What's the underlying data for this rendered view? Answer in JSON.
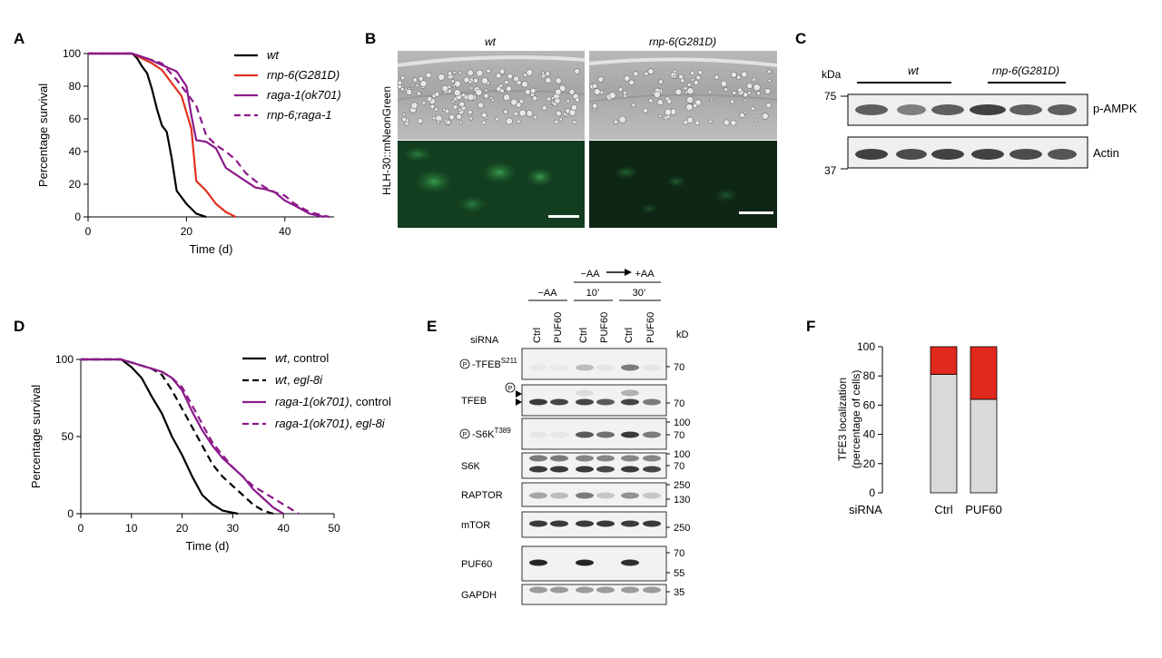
{
  "panels": {
    "A": {
      "letter": "A",
      "chart_data": {
        "type": "line",
        "ylabel": "Percentage survival",
        "xlabel": "Time (d)",
        "xlim": [
          0,
          50
        ],
        "ylim": [
          0,
          100
        ],
        "xticks": [
          0,
          20,
          40
        ],
        "yticks": [
          0,
          20,
          40,
          60,
          80,
          100
        ],
        "series": [
          {
            "name": "wt",
            "color": "#000000",
            "dash": false,
            "points": [
              [
                0,
                100
              ],
              [
                9,
                100
              ],
              [
                10,
                97
              ],
              [
                11,
                92
              ],
              [
                12,
                88
              ],
              [
                13,
                78
              ],
              [
                14,
                66
              ],
              [
                15,
                56
              ],
              [
                16,
                52
              ],
              [
                17,
                36
              ],
              [
                18,
                16
              ],
              [
                20,
                8
              ],
              [
                22,
                2
              ],
              [
                24,
                0
              ]
            ]
          },
          {
            "name": "rnp-6(G281D)",
            "color": "#e0301e",
            "dash": false,
            "points": [
              [
                0,
                100
              ],
              [
                9,
                100
              ],
              [
                11,
                97
              ],
              [
                13,
                94
              ],
              [
                15,
                90
              ],
              [
                17,
                82
              ],
              [
                19,
                74
              ],
              [
                21,
                54
              ],
              [
                22,
                22
              ],
              [
                24,
                16
              ],
              [
                26,
                8
              ],
              [
                28,
                3
              ],
              [
                30,
                0
              ]
            ]
          },
          {
            "name": "raga-1(ok701)",
            "color": "#8b1a8b",
            "dash": false,
            "points": [
              [
                0,
                100
              ],
              [
                9,
                100
              ],
              [
                12,
                97
              ],
              [
                15,
                93
              ],
              [
                18,
                89
              ],
              [
                20,
                80
              ],
              [
                21,
                62
              ],
              [
                22,
                47
              ],
              [
                24,
                46
              ],
              [
                26,
                42
              ],
              [
                28,
                30
              ],
              [
                30,
                26
              ],
              [
                32,
                22
              ],
              [
                34,
                18
              ],
              [
                36,
                17
              ],
              [
                38,
                15
              ],
              [
                40,
                10
              ],
              [
                42,
                7
              ],
              [
                45,
                2
              ],
              [
                48,
                0
              ]
            ]
          },
          {
            "name": "rnp-6;raga-1",
            "color": "#8b1a8b",
            "dash": true,
            "points": [
              [
                0,
                100
              ],
              [
                9,
                100
              ],
              [
                12,
                97
              ],
              [
                15,
                94
              ],
              [
                18,
                84
              ],
              [
                20,
                76
              ],
              [
                22,
                68
              ],
              [
                24,
                50
              ],
              [
                26,
                44
              ],
              [
                28,
                40
              ],
              [
                30,
                35
              ],
              [
                32,
                27
              ],
              [
                34,
                22
              ],
              [
                36,
                18
              ],
              [
                38,
                15
              ],
              [
                40,
                13
              ],
              [
                42,
                8
              ],
              [
                45,
                3
              ],
              [
                49,
                0
              ]
            ]
          }
        ]
      }
    },
    "B": {
      "letter": "B",
      "columns": [
        "wt",
        "rnp-6(G281D)"
      ],
      "side_label": "HLH-30::mNeonGreen"
    },
    "C": {
      "letter": "C",
      "kda_label": "kDa",
      "markers": [
        "75",
        "37"
      ],
      "groups": [
        "wt",
        "rnp-6(G281D)"
      ],
      "rows": [
        "p-AMPK",
        "Actin"
      ]
    },
    "D": {
      "letter": "D",
      "chart_data": {
        "type": "line",
        "ylabel": "Percentage survival",
        "xlabel": "Time (d)",
        "xlim": [
          0,
          50
        ],
        "ylim": [
          0,
          100
        ],
        "xticks": [
          0,
          10,
          20,
          30,
          40,
          50
        ],
        "yticks": [
          0,
          50,
          100
        ],
        "series": [
          {
            "name": "wt, control",
            "color": "#000000",
            "dash": false,
            "points": [
              [
                0,
                100
              ],
              [
                8,
                100
              ],
              [
                10,
                95
              ],
              [
                12,
                88
              ],
              [
                14,
                76
              ],
              [
                16,
                65
              ],
              [
                18,
                50
              ],
              [
                20,
                38
              ],
              [
                22,
                24
              ],
              [
                24,
                12
              ],
              [
                26,
                6
              ],
              [
                28,
                2
              ],
              [
                31,
                0
              ]
            ]
          },
          {
            "name": "wt, egl-8i",
            "color": "#000000",
            "dash": true,
            "points": [
              [
                0,
                100
              ],
              [
                8,
                100
              ],
              [
                10,
                98
              ],
              [
                12,
                96
              ],
              [
                14,
                94
              ],
              [
                16,
                90
              ],
              [
                18,
                80
              ],
              [
                20,
                68
              ],
              [
                22,
                56
              ],
              [
                24,
                44
              ],
              [
                26,
                32
              ],
              [
                28,
                24
              ],
              [
                30,
                18
              ],
              [
                32,
                12
              ],
              [
                34,
                6
              ],
              [
                36,
                2
              ],
              [
                38,
                0
              ]
            ]
          },
          {
            "name": "raga-1(ok701), control",
            "color": "#8b1a8b",
            "dash": false,
            "points": [
              [
                0,
                100
              ],
              [
                8,
                100
              ],
              [
                10,
                98
              ],
              [
                12,
                96
              ],
              [
                14,
                94
              ],
              [
                16,
                92
              ],
              [
                18,
                88
              ],
              [
                20,
                80
              ],
              [
                22,
                66
              ],
              [
                24,
                54
              ],
              [
                26,
                44
              ],
              [
                28,
                36
              ],
              [
                30,
                30
              ],
              [
                32,
                24
              ],
              [
                34,
                16
              ],
              [
                36,
                10
              ],
              [
                38,
                4
              ],
              [
                40,
                0
              ]
            ]
          },
          {
            "name": "raga-1(ok701), egl-8i",
            "color": "#8b1a8b",
            "dash": true,
            "points": [
              [
                0,
                100
              ],
              [
                8,
                100
              ],
              [
                10,
                98
              ],
              [
                12,
                96
              ],
              [
                14,
                94
              ],
              [
                16,
                92
              ],
              [
                18,
                88
              ],
              [
                20,
                82
              ],
              [
                22,
                70
              ],
              [
                24,
                58
              ],
              [
                26,
                46
              ],
              [
                28,
                38
              ],
              [
                30,
                30
              ],
              [
                32,
                24
              ],
              [
                34,
                18
              ],
              [
                36,
                14
              ],
              [
                38,
                10
              ],
              [
                40,
                6
              ],
              [
                43,
                0
              ]
            ]
          }
        ]
      }
    },
    "E": {
      "letter": "E",
      "top_label": "−AA",
      "arrow_label_left": "−AA",
      "arrow_label_right": "+AA",
      "time_labels": [
        "10’",
        "30’"
      ],
      "sirna_label": "siRNA",
      "lanes": [
        "Ctrl",
        "PUF60",
        "Ctrl",
        "PUF60",
        "Ctrl",
        "PUF60"
      ],
      "kd_label": "kD",
      "blots": [
        {
          "label": "-TFEB",
          "sup": "S211",
          "phospho": true,
          "kd": [
            "70"
          ]
        },
        {
          "label": "TFEB",
          "sup": "",
          "phospho": false,
          "kd": [
            "70"
          ]
        },
        {
          "label": "-S6K",
          "sup": "T389",
          "phospho": true,
          "kd": [
            "100",
            "70"
          ]
        },
        {
          "label": "S6K",
          "sup": "",
          "phospho": false,
          "kd": [
            "100",
            "70"
          ]
        },
        {
          "label": "RAPTOR",
          "sup": "",
          "phospho": false,
          "kd": [
            "250",
            "130"
          ]
        },
        {
          "label": "mTOR",
          "sup": "",
          "phospho": false,
          "kd": [
            "250"
          ]
        },
        {
          "label": "PUF60",
          "sup": "",
          "phospho": false,
          "kd": [
            "70",
            "55"
          ]
        },
        {
          "label": "GAPDH",
          "sup": "",
          "phospho": false,
          "kd": [
            "35"
          ]
        }
      ],
      "phospho_symbol": "P"
    },
    "F": {
      "letter": "F",
      "chart_data": {
        "type": "bar",
        "ylabel_line1": "TFE3 localization",
        "ylabel_line2": "(percentage of cells)",
        "categories": [
          "Ctrl",
          "PUF60"
        ],
        "category_prefix": "siRNA",
        "ylim": [
          0,
          100
        ],
        "yticks": [
          0,
          20,
          40,
          60,
          80,
          100
        ],
        "series": [
          {
            "color": "#d9d9d9",
            "values": [
              81,
              64
            ]
          },
          {
            "color": "#e0281c",
            "values": [
              19,
              36
            ]
          }
        ]
      }
    }
  }
}
